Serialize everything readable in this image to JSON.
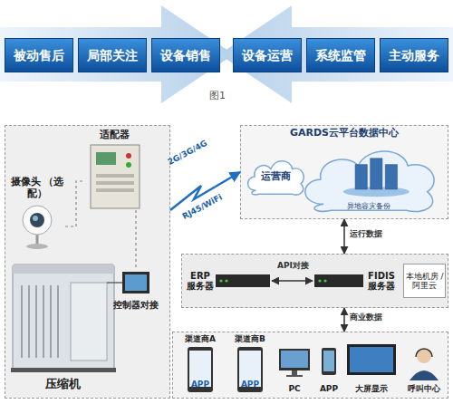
{
  "diagram": {
    "caption": "图1",
    "nodes": [
      {
        "text": [
          "被动售后"
        ]
      },
      {
        "text": [
          "局部关注"
        ]
      },
      {
        "text": [
          "设备销售"
        ]
      },
      {
        "text": [
          "设备运营"
        ]
      },
      {
        "text": [
          "系统监管"
        ]
      },
      {
        "text": [
          "主动服务"
        ]
      },
      {
        "text": []
      },
      {
        "text": [
          "摄像头 （选配）"
        ],
        "in": 6
      },
      {
        "text": [
          "适配器"
        ],
        "in": 6
      },
      {
        "text": [
          "控制器对接"
        ],
        "in": 6
      },
      {
        "text": [
          "压缩机"
        ],
        "in": 6
      },
      {
        "text": [
          "GARDS云平台数据中心"
        ]
      },
      {
        "text": [
          "运营商"
        ],
        "in": 11
      },
      {
        "text": [
          "异地容灾备份"
        ],
        "in": 11
      },
      {
        "text": []
      },
      {
        "text": [
          "ERP 服务器"
        ],
        "in": 14
      },
      {
        "text": [
          "FIDIS 服务器"
        ],
        "in": 14
      },
      {
        "text": [
          "本地机房 /阿里云"
        ],
        "in": 14
      },
      {
        "text": []
      },
      {
        "text": [
          "渠道商A",
          "APP"
        ],
        "in": 18
      },
      {
        "text": [
          "渠道商B",
          "APP"
        ],
        "in": 18
      },
      {
        "text": [
          "PC"
        ],
        "in": 18
      },
      {
        "text": [
          "APP"
        ],
        "in": 18
      },
      {
        "text": [
          "大屏显示"
        ],
        "in": 18
      },
      {
        "text": [
          "呼叫中心"
        ],
        "in": 18
      }
    ],
    "edges": [
      {
        "from": 7,
        "to": 8,
        "arrow": "none"
      },
      {
        "from": 8,
        "to": 9,
        "arrow": "none"
      },
      {
        "from": 6,
        "to": 11,
        "arrow": "to"
      },
      {
        "from": 15,
        "to": 16,
        "label": "API对接",
        "arrow": "both"
      },
      {
        "from": 11,
        "to": 14,
        "label": "运行数据",
        "arrow": "both"
      },
      {
        "from": 14,
        "to": 18,
        "label": "商业数据",
        "arrow": "both"
      }
    ],
    "labels": [
      "2G/3G/4G",
      "RJ45/WiFi"
    ]
  }
}
